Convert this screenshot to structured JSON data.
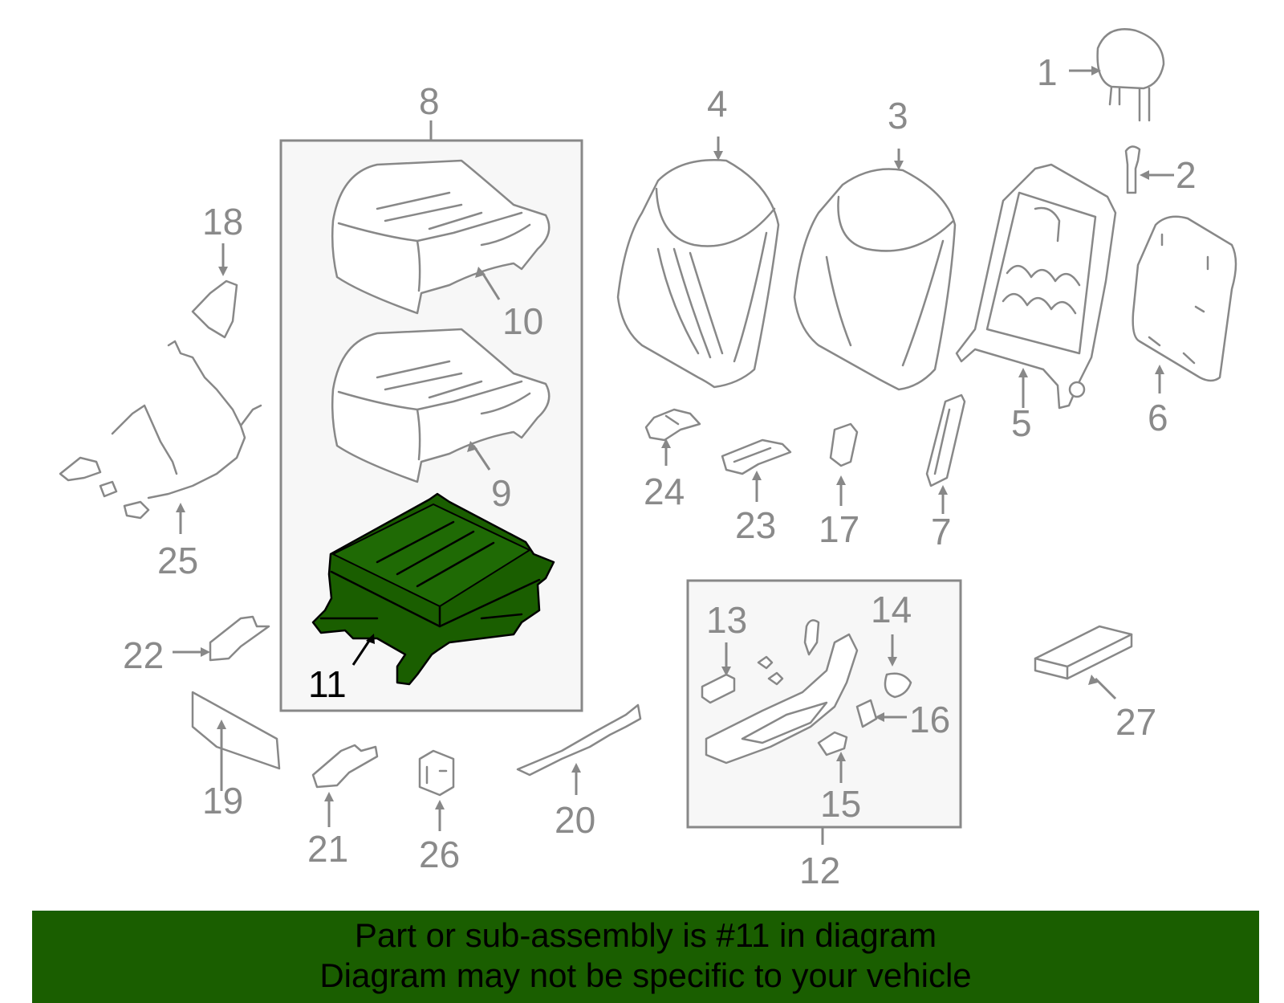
{
  "diagram": {
    "callouts": [
      "1",
      "2",
      "3",
      "4",
      "5",
      "6",
      "7",
      "8",
      "9",
      "10",
      "11",
      "12",
      "13",
      "14",
      "15",
      "16",
      "17",
      "18",
      "19",
      "20",
      "21",
      "22",
      "23",
      "24",
      "25",
      "26",
      "27"
    ],
    "highlighted_part": "11",
    "highlight_color": "#1a5e00",
    "callout_color": "#8a8a8a",
    "box_fill": "#f7f7f7"
  },
  "banner": {
    "line1": "Part or sub-assembly is #11 in diagram",
    "line2": "Diagram may not be specific to your vehicle",
    "background": "#1a5e00"
  }
}
